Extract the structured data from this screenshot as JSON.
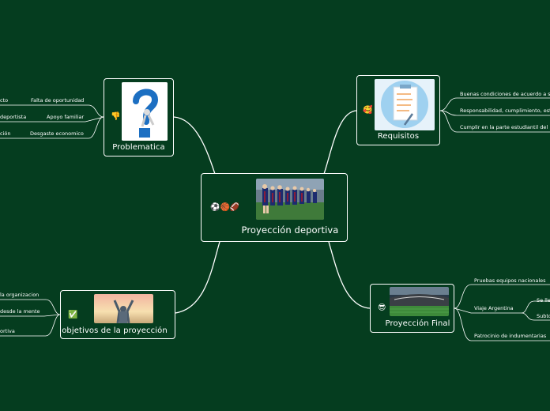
{
  "central": {
    "title": "Proyección deportiva",
    "emojis": "⚽🏀🏈"
  },
  "problematica": {
    "title": "Problematica",
    "emoji": "👎",
    "items": [
      {
        "label": "Falta de oportunidad",
        "child": "cto"
      },
      {
        "label": "Apoyo familiar",
        "child": "deportista"
      },
      {
        "label": "Desgaste economico",
        "child": "ción"
      }
    ]
  },
  "requisitos": {
    "title": "Requisitos",
    "emoji": "🥰",
    "items": [
      {
        "label": "Buenas condiciones de acuerdo a s"
      },
      {
        "label": "Responsabilidad, cumplimiento, est"
      },
      {
        "label": "Cumplir en la parte estudiantil del"
      }
    ]
  },
  "objetivos": {
    "title": "objetivos de la proyección",
    "emoji": "✅",
    "items": [
      {
        "label": "la organizacion"
      },
      {
        "label": "desde la mente"
      },
      {
        "label": "ortiva"
      }
    ]
  },
  "proyeccion_final": {
    "title": "Proyección Final",
    "emoji": "😎",
    "items": [
      {
        "label": "Pruebas equipos nacionales"
      },
      {
        "label": "Viaje Argentina",
        "children": [
          "Se lle",
          "Subto"
        ]
      },
      {
        "label": "Patrocinio de indumentarias"
      }
    ]
  }
}
